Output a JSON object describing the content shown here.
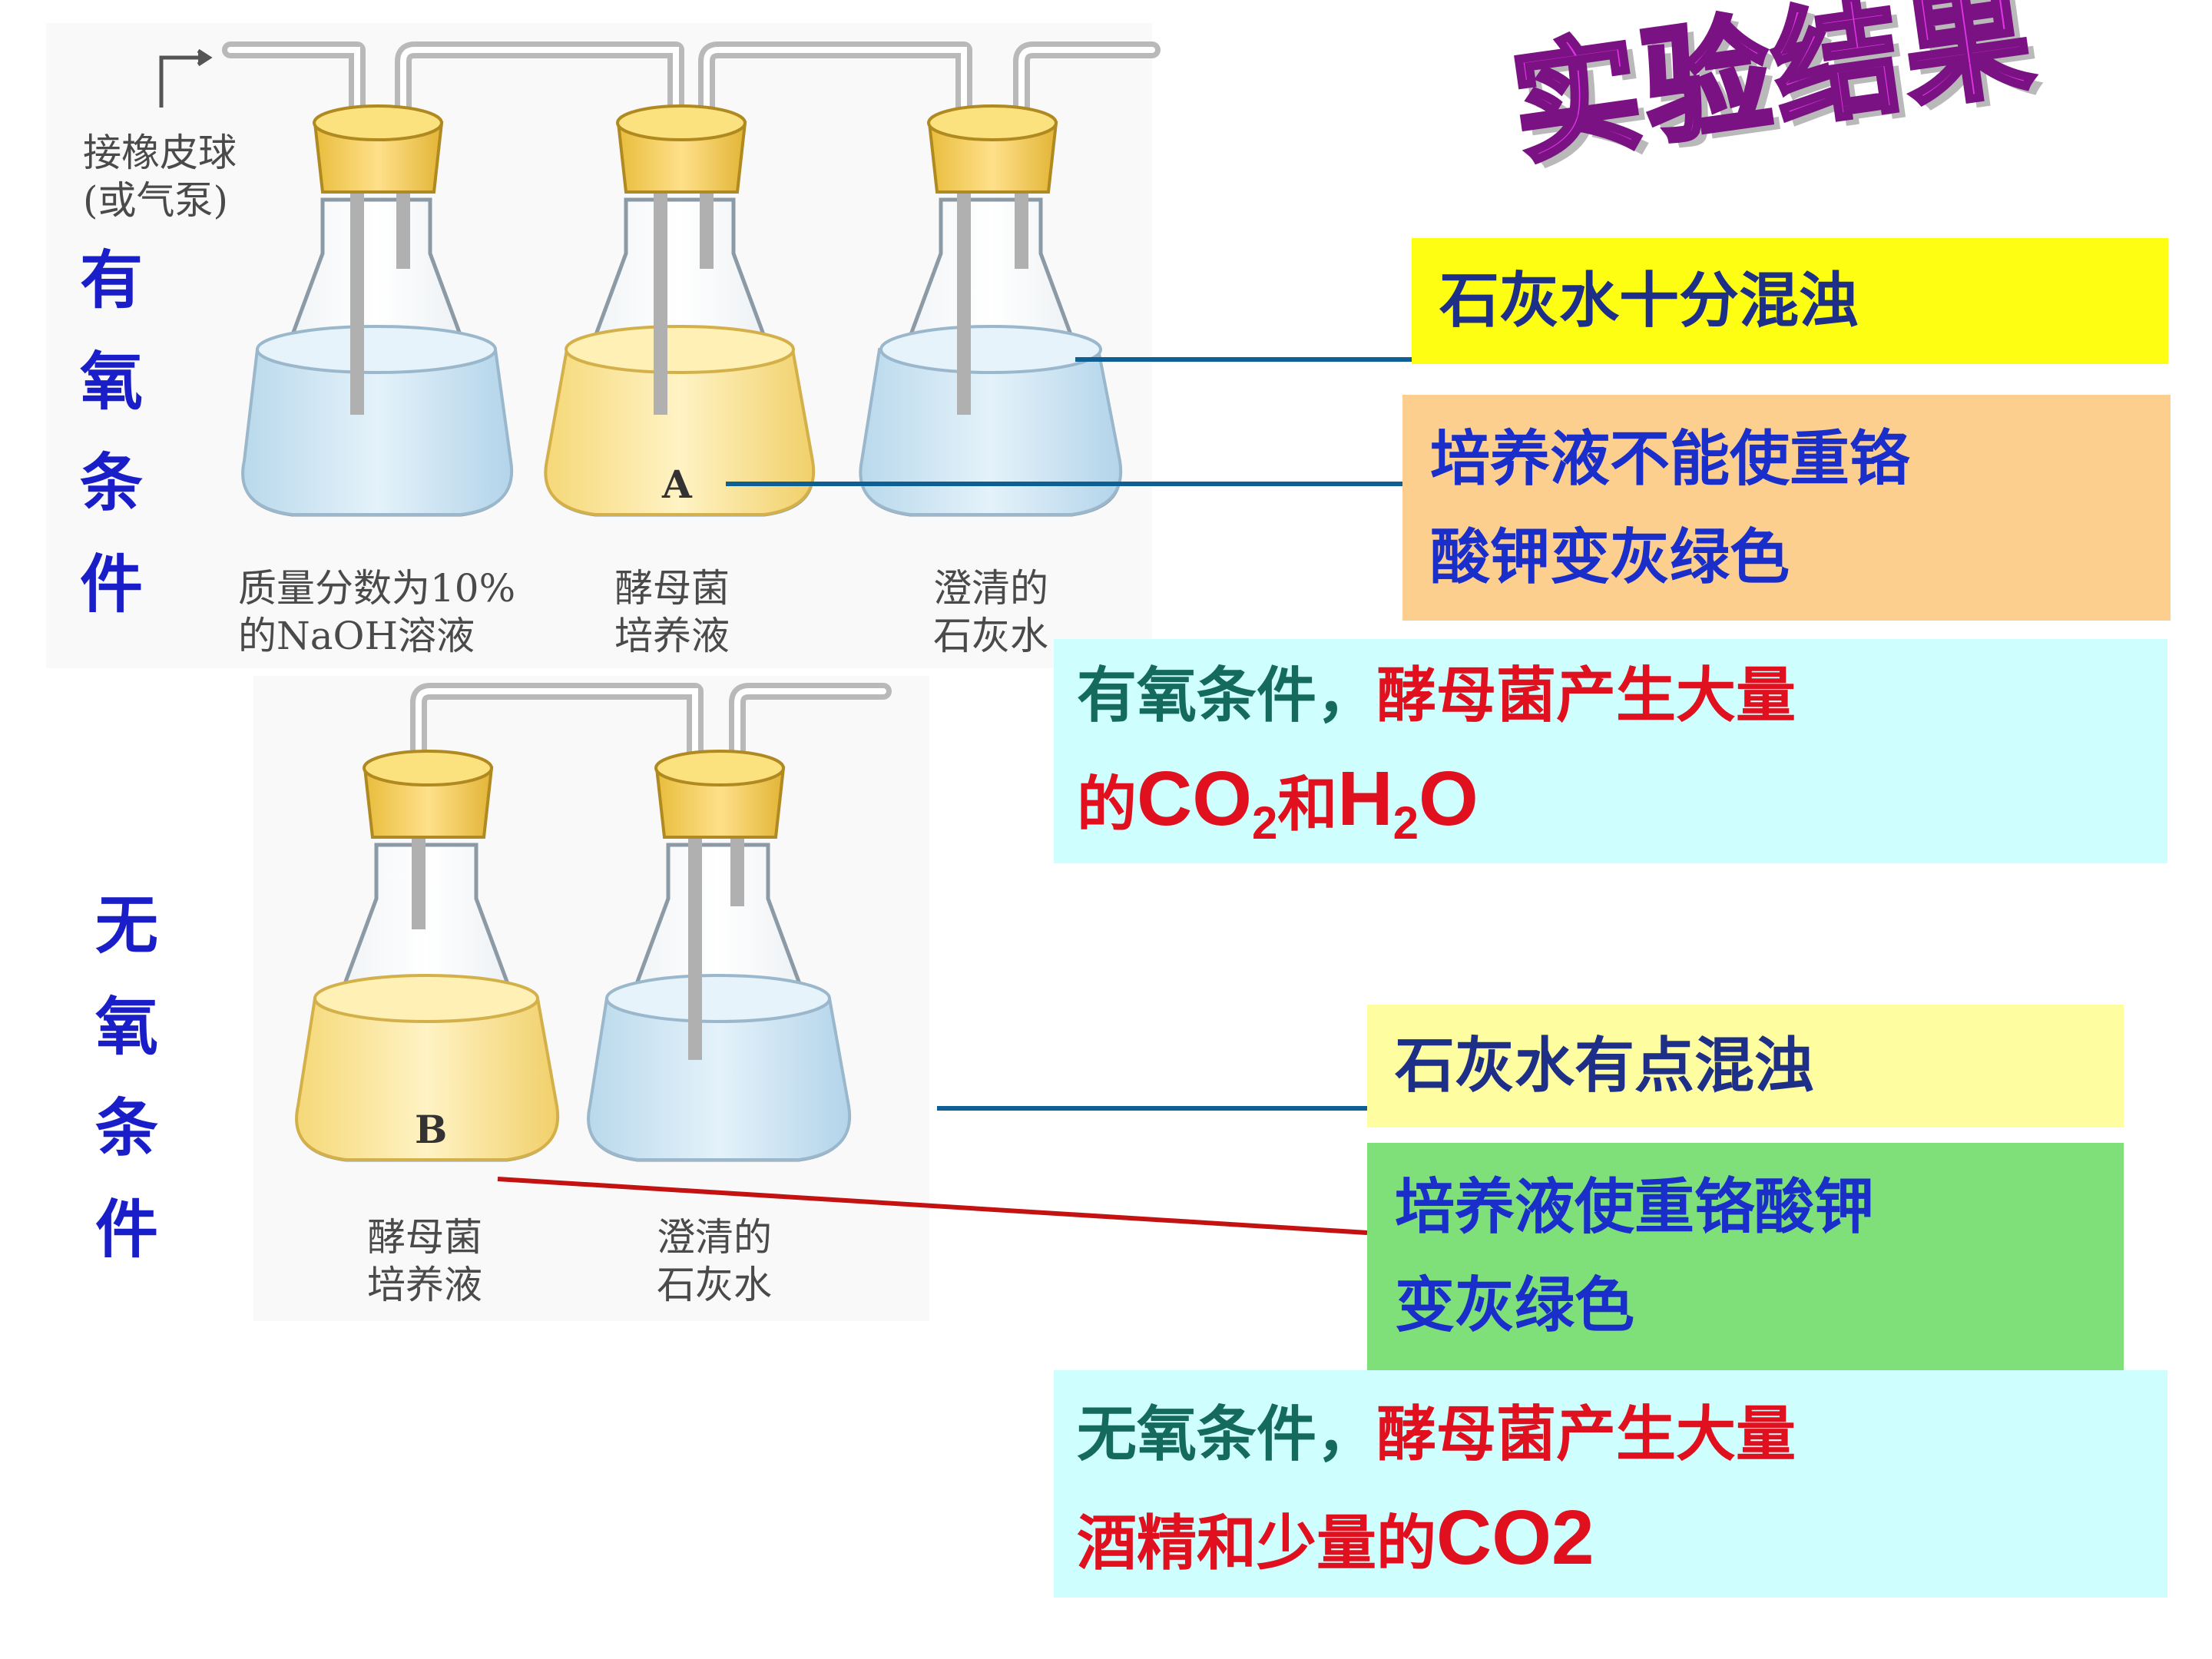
{
  "title": "实验结果",
  "aerobic_label": [
    "有",
    "氧",
    "条",
    "件"
  ],
  "anaerobic_label": [
    "无",
    "氧",
    "条",
    "件"
  ],
  "apparatus_top": {
    "pump_note_line1": "接橡皮球",
    "pump_note_line2": "(或气泵)",
    "flask1_line1": "质量分数为10%",
    "flask1_line2": "的NaOH溶液",
    "flask2_line1": "酵母菌",
    "flask2_line2": "培养液",
    "flask2_letter": "A",
    "flask3_line1": "澄清的",
    "flask3_line2": "石灰水"
  },
  "apparatus_bottom": {
    "flask1_line1": "酵母菌",
    "flask1_line2": "培养液",
    "flask1_letter": "B",
    "flask2_line1": "澄清的",
    "flask2_line2": "石灰水"
  },
  "boxes": {
    "aerobic_limewater": "石灰水十分混浊",
    "aerobic_dichromate_line1": "培养液不能使重铬",
    "aerobic_dichromate_line2": "酸钾变灰绿色",
    "aerobic_conclusion_a": "有氧条件，",
    "aerobic_conclusion_b": "酵母菌产生大量",
    "aerobic_conclusion_c": "的",
    "aerobic_conclusion_co": "CO",
    "aerobic_conclusion_sub1": "2",
    "aerobic_conclusion_and": "和",
    "aerobic_conclusion_h": "H",
    "aerobic_conclusion_sub2": "2",
    "aerobic_conclusion_o": "O",
    "anaerobic_limewater": "石灰水有点混浊",
    "anaerobic_dichromate_line1": "培养液使重铬酸钾",
    "anaerobic_dichromate_line2": "变灰绿色",
    "anaerobic_conclusion_a": "无氧条件，",
    "anaerobic_conclusion_b": "酵母菌产生大量",
    "anaerobic_conclusion_c": "酒精和少量的",
    "anaerobic_conclusion_co2": "CO2"
  },
  "colors": {
    "yellow_box": "#fefe12",
    "orange_box": "#fdcf8f",
    "cyan_box": "#cffefe",
    "pale_yellow_box": "#fefea0",
    "green_box": "#7fe07a",
    "title": "#e033e6",
    "line_blue": "#0e5f94",
    "line_red": "#c41212"
  }
}
